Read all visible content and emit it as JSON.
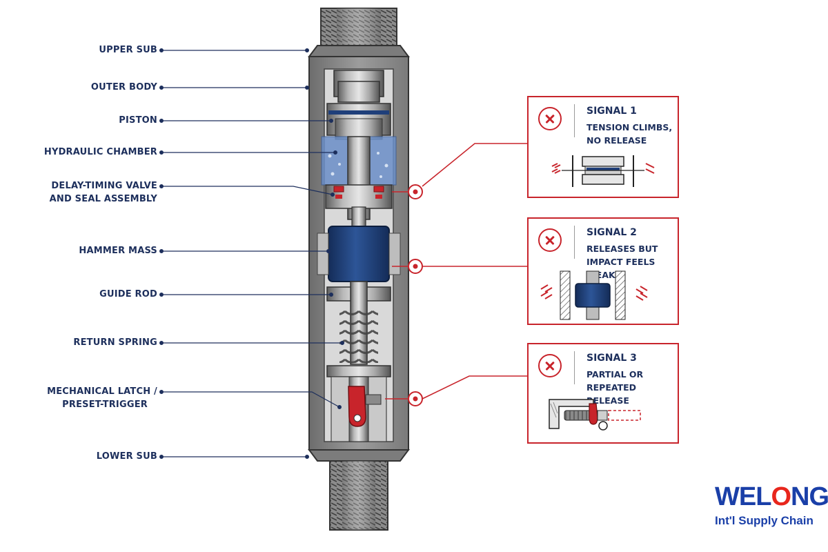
{
  "labels": [
    {
      "id": "upper-sub",
      "text": "UPPER SUB"
    },
    {
      "id": "outer-body",
      "text": "OUTER BODY"
    },
    {
      "id": "piston",
      "text": "PISTON"
    },
    {
      "id": "hydraulic-chamber",
      "text": "HYDRAULIC CHAMBER"
    },
    {
      "id": "delay-valve-line1",
      "text": "DELAY-TIMING VALVE"
    },
    {
      "id": "delay-valve-line2",
      "text": "AND SEAL ASSEMBLY"
    },
    {
      "id": "hammer-mass",
      "text": "HAMMER MASS"
    },
    {
      "id": "guide-rod",
      "text": "GUIDE ROD"
    },
    {
      "id": "return-spring",
      "text": "RETURN SPRING"
    },
    {
      "id": "latch-line1",
      "text": "MECHANICAL LATCH /"
    },
    {
      "id": "latch-line2",
      "text": "PRESET-TRIGGER"
    },
    {
      "id": "lower-sub",
      "text": "LOWER SUB"
    }
  ],
  "signals": [
    {
      "title": "SIGNAL 1",
      "desc": "TENSION CLIMBS,\nNO RELEASE",
      "icon": "x-circle-icon"
    },
    {
      "title": "SIGNAL 2",
      "desc": "RELEASES BUT\nIMPACT FEELS WEAK",
      "icon": "x-circle-icon"
    },
    {
      "title": "SIGNAL 3",
      "desc": "PARTIAL OR\nREPEATED RELEASE",
      "icon": "x-circle-icon"
    }
  ],
  "logo": {
    "brand_left": "WEL",
    "brand_o": "O",
    "brand_right": "NG",
    "tagline": "Int'l Supply Chain"
  },
  "colors": {
    "navy": "#1d2f5c",
    "red": "#c8242b",
    "steel": "#9a9a9a",
    "hammer_blue": "#1f3f7a",
    "brand_blue": "#1a3fa8",
    "brand_red": "#e8261c"
  }
}
